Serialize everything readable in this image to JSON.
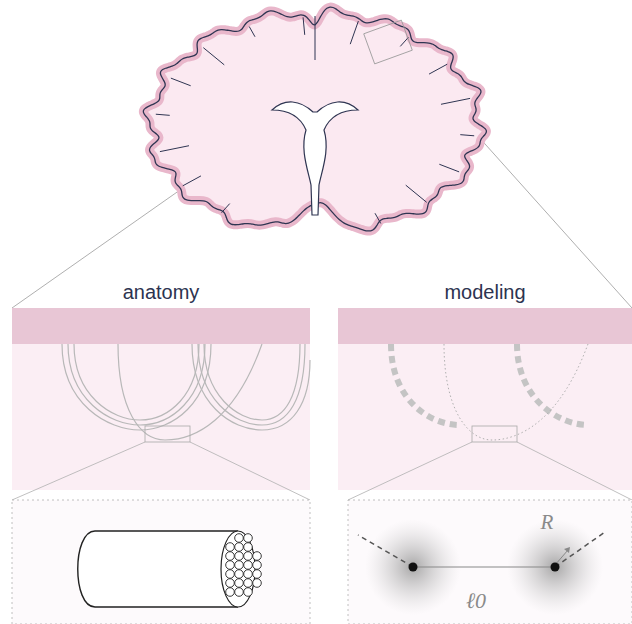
{
  "diagram": {
    "labels": [
      "anatomy",
      "modeling",
      "R",
      "ℓ0"
    ]
  }
}
